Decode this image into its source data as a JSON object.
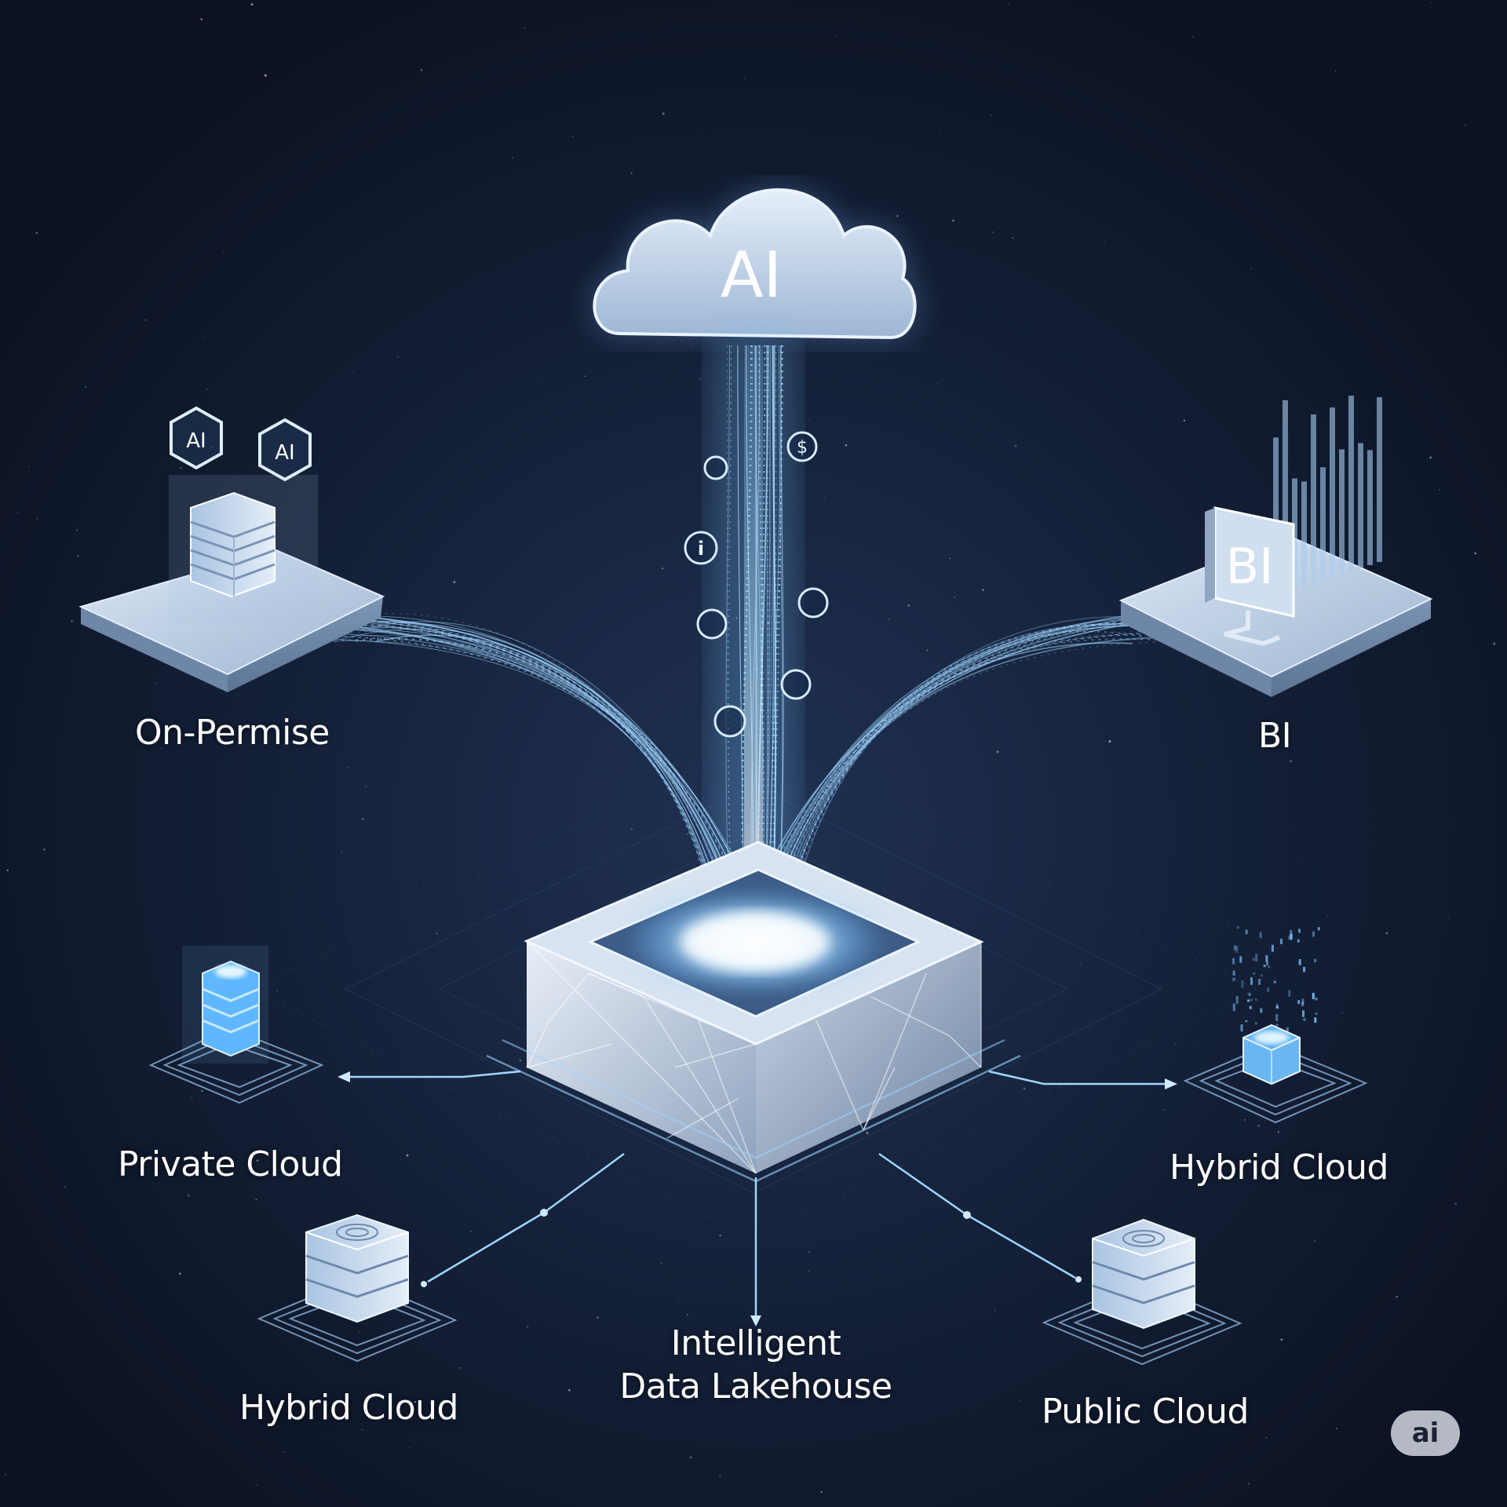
{
  "cloud": {
    "label": "AI"
  },
  "nodes": {
    "on_premise": {
      "label": "On-Permise",
      "hex_badges": [
        "AI",
        "AI"
      ]
    },
    "bi": {
      "label": "BI",
      "screen_text": "BI"
    },
    "private_cloud": {
      "label": "Private Cloud"
    },
    "hybrid_cloud_right": {
      "label": "Hybrid Cloud"
    },
    "hybrid_cloud_left": {
      "label": "Hybrid Cloud"
    },
    "public_cloud": {
      "label": "Public Cloud"
    }
  },
  "center": {
    "label_line1": "Intelligent",
    "label_line2": "Data Lakehouse"
  },
  "watermark": {
    "label": "ai"
  },
  "colors": {
    "background": "#0d1527",
    "glow": "#8fd3ff",
    "platform": "#b8cde6",
    "line": "#9fd6ff",
    "text": "#ffffff"
  },
  "icons": [
    "cloud-icon",
    "server-stack-icon",
    "hexagon-icon",
    "bar-chart-icon",
    "monitor-icon",
    "polyhedron-cube-icon",
    "info-circle-icon"
  ]
}
